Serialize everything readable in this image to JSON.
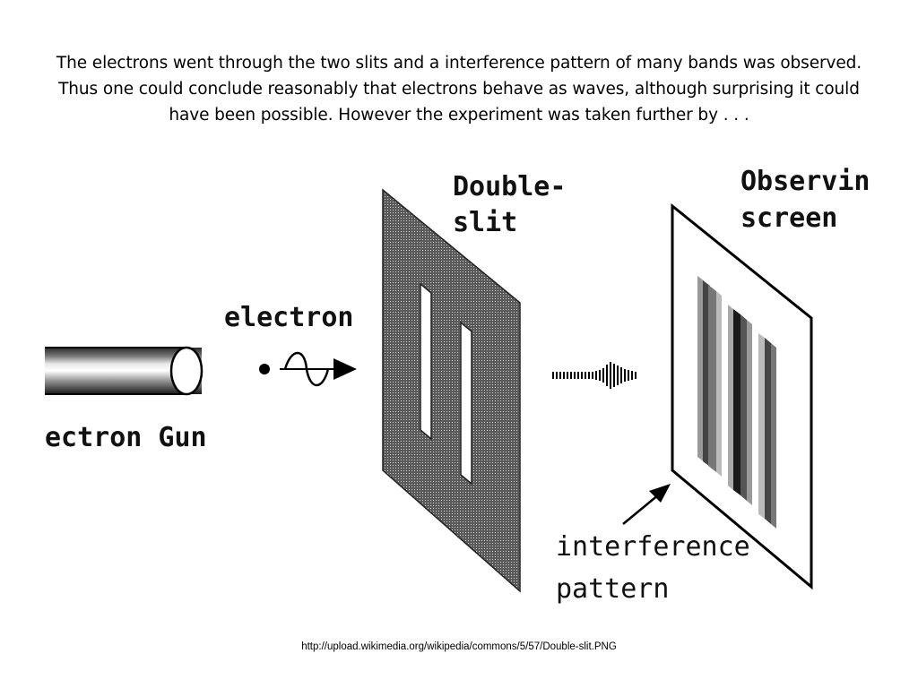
{
  "caption": {
    "line1": "The electrons went through the two slits and a interference pattern of many bands was observed.",
    "line2": "Thus one could conclude reasonably that electrons behave as waves, although surprising it could",
    "line3": "have been possible. However the experiment was taken further by . . ."
  },
  "diagram": {
    "label_double_slit_1": "Double-",
    "label_double_slit_2": "slit",
    "label_observing_1": "Observin",
    "label_observing_2": "screen",
    "label_electron": "electron",
    "label_gun": "ectron Gun",
    "label_interference_1": "interference",
    "label_interference_2": "pattern"
  },
  "source_url": "http://upload.wikimedia.org/wikipedia/commons/5/57/Double-slit.PNG"
}
